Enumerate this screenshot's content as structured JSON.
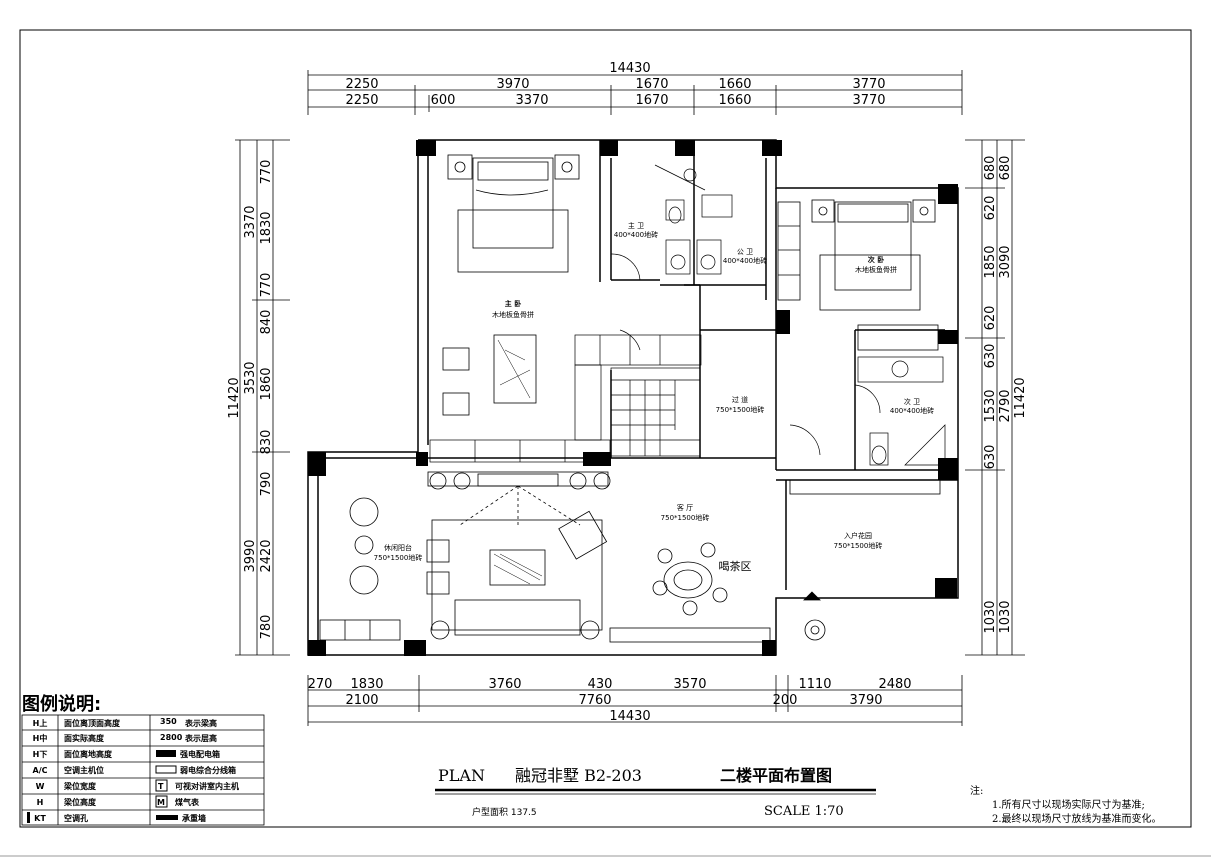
{
  "dims_top": {
    "total": "14430",
    "row1": [
      "2250",
      "3970",
      "1670",
      "1660",
      "3770"
    ],
    "row2": [
      "2250",
      "600",
      "3370",
      "1670",
      "1660",
      "3770"
    ]
  },
  "dims_bottom": {
    "row1": [
      "270",
      "1830",
      "3760",
      "430",
      "3570",
      "1110",
      "2480"
    ],
    "row2": [
      "2100",
      "7760",
      "200",
      "3790"
    ],
    "total": "14430"
  },
  "dims_left": {
    "col1": [
      "770",
      "1830",
      "770",
      "840",
      "1860",
      "830",
      "790",
      "2420",
      "780"
    ],
    "col2": [
      "3370",
      "3530",
      "3990"
    ],
    "total": "11420"
  },
  "dims_right": {
    "col1": [
      "680",
      "620",
      "1850",
      "620",
      "630",
      "1530",
      "630",
      "1030"
    ],
    "col2": [
      "680",
      "3090",
      "2790",
      "1030"
    ],
    "total": "11420"
  },
  "rooms": {
    "master_bed": "主 卧",
    "master_bed_floor": "木地板鱼骨拼",
    "master_bath": "主 卫",
    "master_bath_tile": "400*400地砖",
    "public_bath": "公 卫",
    "public_bath_tile": "400*400地砖",
    "second_bed": "次 卧",
    "second_bed_floor": "木地板鱼骨拼",
    "corridor": "过 道",
    "corridor_tile": "750*1500地砖",
    "second_bath": "次 卫",
    "second_bath_tile": "400*400地砖",
    "living": "客 厅",
    "living_tile": "750*1500地砖",
    "leisure": "休闲阳台",
    "leisure_tile": "750*1500地砖",
    "entrance": "入户花园",
    "entrance_tile": "750*1500地砖",
    "tea": "喝茶区"
  },
  "legend": {
    "title": "图例说明:",
    "rows": [
      {
        "code": "H上",
        "desc": "面位离顶面高度",
        "sym": "350",
        "symdesc": "表示梁高"
      },
      {
        "code": "H中",
        "desc": "面实际高度",
        "sym": "2800",
        "symdesc": "表示层高"
      },
      {
        "code": "H下",
        "desc": "面位离地高度",
        "sym": "",
        "symdesc": "强电配电箱"
      },
      {
        "code": "A/C",
        "desc": "空调主机位",
        "sym": "",
        "symdesc": "弱电综合分线箱"
      },
      {
        "code": "W",
        "desc": "梁位宽度",
        "sym": "T",
        "symdesc": "可视对讲室内主机"
      },
      {
        "code": "H",
        "desc": "梁位高度",
        "sym": "M",
        "symdesc": "煤气表"
      },
      {
        "code": "KT",
        "desc": "空调孔",
        "sym": "",
        "symdesc": "承重墙"
      }
    ]
  },
  "title_block": {
    "plan": "PLAN",
    "project": "融冠非墅 B2-203",
    "drawing": "二楼平面布置图",
    "area": "户型面积 137.5",
    "scale": "SCALE 1:70"
  },
  "notes": {
    "label": "注:",
    "line1": "1.所有尺寸以现场实际尺寸为基准;",
    "line2": "2.最终以现场尺寸放线为基准而变化。"
  }
}
